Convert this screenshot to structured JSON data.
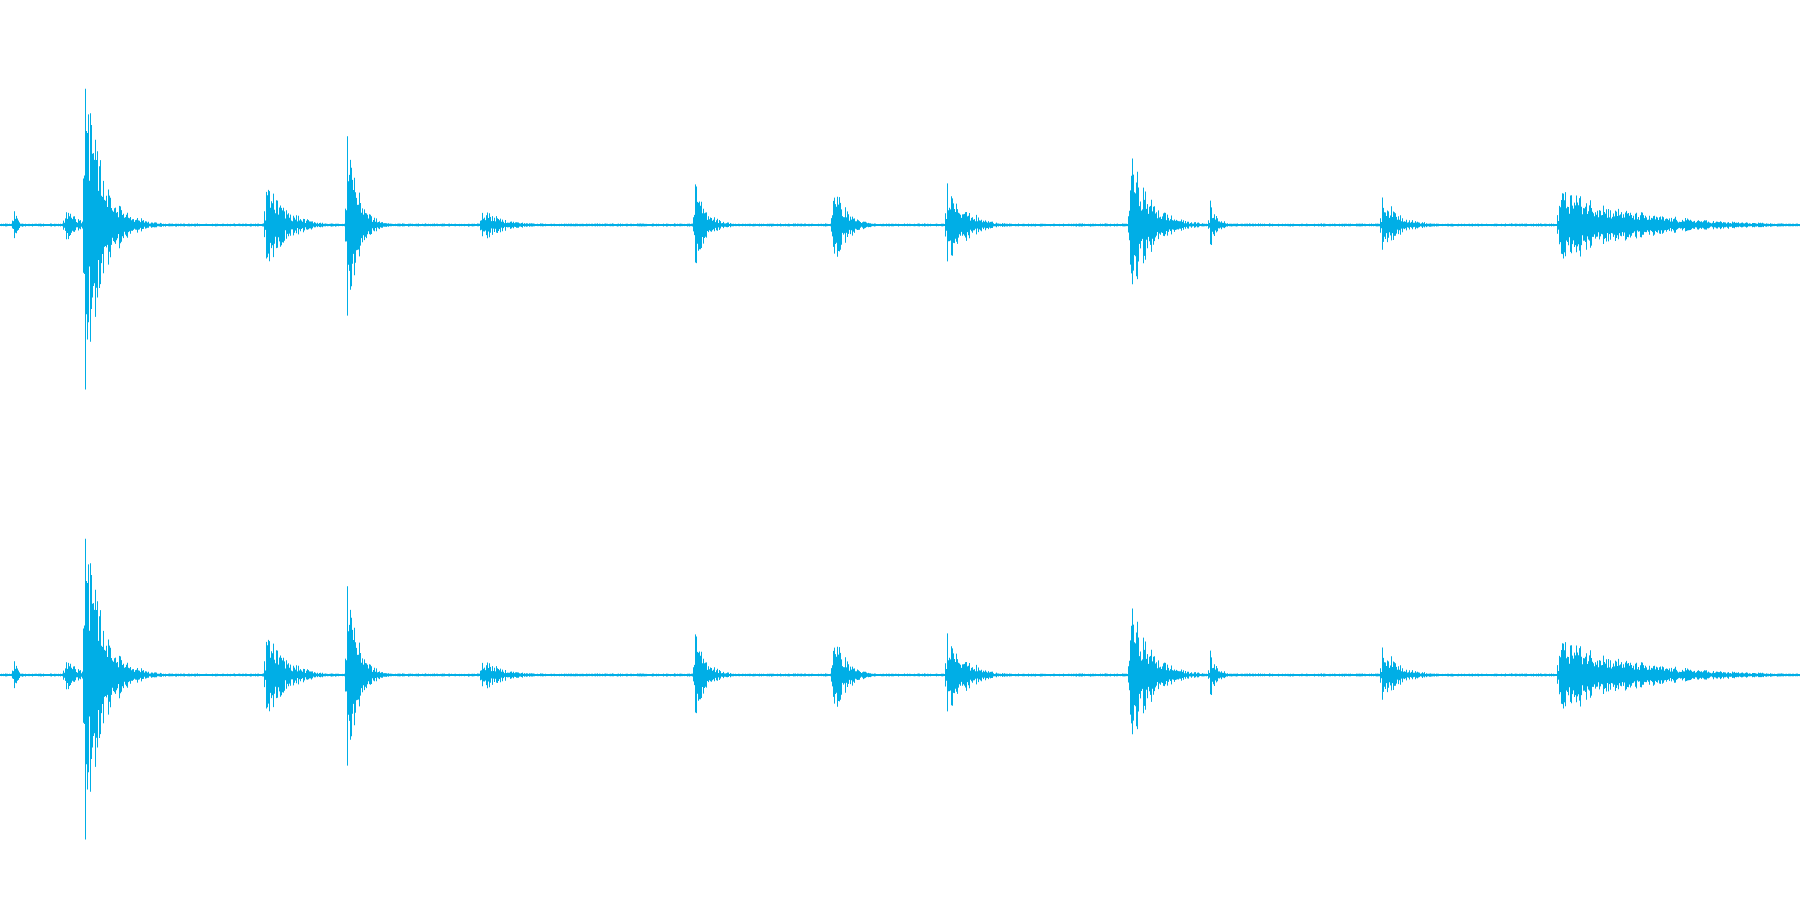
{
  "colors": {
    "waveform": "#00aee6",
    "background": "#ffffff"
  },
  "channels": [
    {
      "name": "left",
      "bursts": [
        {
          "t": 0.008,
          "amp": 0.09,
          "dur": 0.004
        },
        {
          "t": 0.036,
          "amp": 0.1,
          "dur": 0.012
        },
        {
          "t": 0.047,
          "amp": 1.0,
          "dur": 0.01
        },
        {
          "t": 0.05,
          "amp": 0.62,
          "dur": 0.018
        },
        {
          "t": 0.148,
          "amp": 0.24,
          "dur": 0.02
        },
        {
          "t": 0.193,
          "amp": 0.64,
          "dur": 0.01
        },
        {
          "t": 0.268,
          "amp": 0.09,
          "dur": 0.022
        },
        {
          "t": 0.386,
          "amp": 0.22,
          "dur": 0.012
        },
        {
          "t": 0.463,
          "amp": 0.26,
          "dur": 0.012
        },
        {
          "t": 0.526,
          "amp": 0.26,
          "dur": 0.018
        },
        {
          "t": 0.628,
          "amp": 0.4,
          "dur": 0.02
        },
        {
          "t": 0.672,
          "amp": 0.12,
          "dur": 0.008
        },
        {
          "t": 0.768,
          "amp": 0.16,
          "dur": 0.018
        },
        {
          "t": 0.866,
          "amp": 0.22,
          "dur": 0.07
        }
      ]
    },
    {
      "name": "right",
      "bursts": [
        {
          "t": 0.008,
          "amp": 0.09,
          "dur": 0.004
        },
        {
          "t": 0.036,
          "amp": 0.1,
          "dur": 0.012
        },
        {
          "t": 0.047,
          "amp": 1.0,
          "dur": 0.01
        },
        {
          "t": 0.05,
          "amp": 0.62,
          "dur": 0.018
        },
        {
          "t": 0.148,
          "amp": 0.24,
          "dur": 0.02
        },
        {
          "t": 0.193,
          "amp": 0.64,
          "dur": 0.01
        },
        {
          "t": 0.268,
          "amp": 0.09,
          "dur": 0.022
        },
        {
          "t": 0.386,
          "amp": 0.22,
          "dur": 0.012
        },
        {
          "t": 0.463,
          "amp": 0.26,
          "dur": 0.012
        },
        {
          "t": 0.526,
          "amp": 0.26,
          "dur": 0.018
        },
        {
          "t": 0.628,
          "amp": 0.4,
          "dur": 0.02
        },
        {
          "t": 0.672,
          "amp": 0.12,
          "dur": 0.008
        },
        {
          "t": 0.768,
          "amp": 0.16,
          "dur": 0.018
        },
        {
          "t": 0.866,
          "amp": 0.22,
          "dur": 0.07
        }
      ]
    }
  ]
}
